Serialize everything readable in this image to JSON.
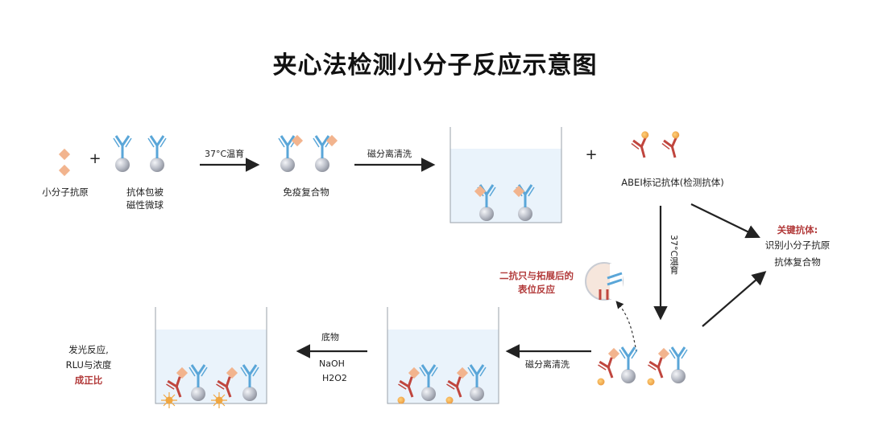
{
  "title": "夹心法检测小分子反应示意图",
  "labels": {
    "small_molecule_antigen": "小分子抗原",
    "plus": "+",
    "coated_beads_line1": "抗体包被",
    "coated_beads_line2": "磁性微球",
    "incubate_37_1": "37°C温育",
    "immune_complex": "免疫复合物",
    "mag_wash_1": "磁分离清洗",
    "abei_antibody": "ABEI标记抗体(检测抗体)",
    "incubate_37_2": "37°C温育",
    "key_antibody_title": "关键抗体:",
    "key_antibody_line2": "识别小分子抗原",
    "key_antibody_line3": "抗体复合物",
    "epitope_line1": "二抗只与拓展后的",
    "epitope_line2": "表位反应",
    "mag_wash_2": "磁分离清洗",
    "substrate": "底物",
    "naoh": "NaOH",
    "h2o2": "H2O2",
    "luminescence_line1": "发光反应,",
    "luminescence_line2": "RLU与浓度",
    "luminescence_line3": "成正比"
  },
  "colors": {
    "antigen": "#f2b48e",
    "antibody_blue": "#5aa6d8",
    "antibody_red": "#c0463e",
    "label_orange": "#f0a640",
    "bead": "#b8bcc6",
    "key_text": "#b23a3a",
    "well_fill": "#eaf3fb",
    "arrow": "#222222"
  }
}
